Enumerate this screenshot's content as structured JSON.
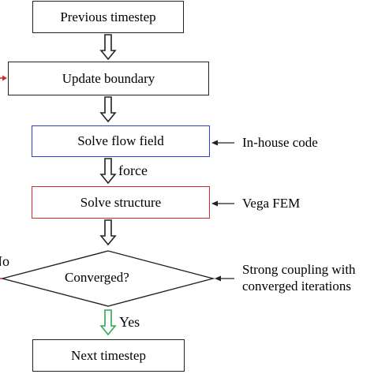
{
  "diagram": {
    "steps": {
      "previous": "Previous timestep",
      "update": "Update boundary",
      "flow": "Solve flow field",
      "structure": "Solve structure",
      "decision": "Converged?",
      "next": "Next timestep"
    },
    "edge_labels": {
      "force": "force",
      "yes": "Yes",
      "no": "No"
    },
    "annotations": {
      "flow_solver": "In-house code",
      "structure_solver": "Vega FEM",
      "coupling_line1": "Strong coupling with",
      "coupling_line2": "converged iterations"
    },
    "colors": {
      "border_default": "#222222",
      "flow_box_border": "#2e3fd0",
      "structure_box_border": "#d42a2a",
      "yes_arrow": "#2fa84f",
      "no_arrow": "#d42a2a"
    }
  }
}
